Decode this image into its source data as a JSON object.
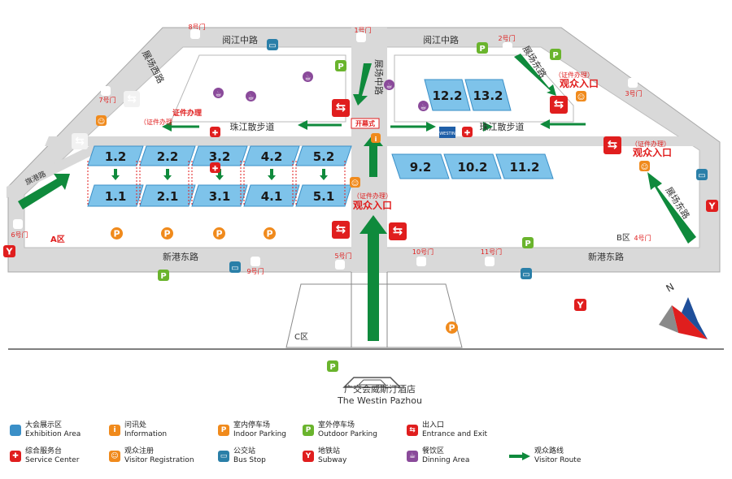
{
  "colors": {
    "hall": "#7ec3ea",
    "hall_border": "#3a8fc7",
    "route": "#0f8a3c",
    "red": "#e01e1e",
    "orange": "#f08a1c",
    "green": "#6ab42d",
    "purple": "#8a4a9a",
    "bus": "#2a7fa8",
    "road": "#d9d9d9",
    "road_line": "#9a9a9a"
  },
  "roads": {
    "north_west": "阅江中路",
    "north_east": "阅江中路",
    "west": "展场西路",
    "middle": "展场中路",
    "east": "展场东路",
    "east_south": "展场东路",
    "south_west": "新港东路",
    "south_east": "新港东路",
    "promenade_west": "珠江散步道",
    "promenade_east": "珠江散步道",
    "lane_left": "旗港路"
  },
  "halls": {
    "area_a_front": [
      "1.2",
      "2.2",
      "3.2",
      "4.2",
      "5.2"
    ],
    "area_a_back": [
      "1.1",
      "2.1",
      "3.1",
      "4.1",
      "5.1"
    ],
    "area_b_north": [
      "12.2",
      "13.2"
    ],
    "area_b_south": [
      "9.2",
      "10.2",
      "11.2"
    ]
  },
  "areas": {
    "a": "A区",
    "b": "B区",
    "c": "C区"
  },
  "gates": {
    "g1": "1号门",
    "g2": "2号门",
    "g3": "3号门",
    "g4": "4号门",
    "g5": "5号门",
    "g6": "6号门",
    "g7": "7号门",
    "g8": "8号门",
    "g9": "9号门",
    "g10": "10号门",
    "g11": "11号门"
  },
  "labels": {
    "opening": "开幕式",
    "cert_west": "（证件办理",
    "cert_west2": "证件办理",
    "cert_mid": "（证件办理）",
    "visitor_mid": "观众入口",
    "cert_ne": "（证件办理）",
    "visitor_ne": "观众入口",
    "cert_e": "（证件办理）",
    "visitor_e": "观众入口",
    "hotel_cn": "广交会威斯汀酒店",
    "hotel_en": "The Westin Pazhou",
    "north": "N",
    "westin_badge": "WESTIN"
  },
  "legend": [
    {
      "icon": "exhibition-area-icon",
      "cn": "大会展示区",
      "en": "Exhibition Area",
      "color": "#3a8fc7",
      "glyph": ""
    },
    {
      "icon": "information-icon",
      "cn": "问讯处",
      "en": "Information",
      "color": "#f08a1c",
      "glyph": "i"
    },
    {
      "icon": "indoor-parking-icon",
      "cn": "室内停车场",
      "en": "Indoor Parking",
      "color": "#f08a1c",
      "glyph": "P"
    },
    {
      "icon": "outdoor-parking-icon",
      "cn": "室外停车场",
      "en": "Outdoor Parking",
      "color": "#6ab42d",
      "glyph": "P"
    },
    {
      "icon": "entrance-exit-icon",
      "cn": "出入口",
      "en": "Entrance and Exit",
      "color": "#e01e1e",
      "glyph": "⇆"
    },
    {
      "icon": "service-center-icon",
      "cn": "综合服务台",
      "en": "Service Center",
      "color": "#e01e1e",
      "glyph": "✚"
    },
    {
      "icon": "visitor-registration-icon",
      "cn": "观众注册",
      "en": "Visitor Registration",
      "color": "#f08a1c",
      "glyph": "☺"
    },
    {
      "icon": "bus-stop-icon",
      "cn": "公交站",
      "en": "Bus Stop",
      "color": "#2a7fa8",
      "glyph": "▭"
    },
    {
      "icon": "subway-icon",
      "cn": "地铁站",
      "en": "Subway",
      "color": "#e01e1e",
      "glyph": "Y"
    },
    {
      "icon": "dining-area-icon",
      "cn": "餐饮区",
      "en": "Dinning Area",
      "color": "#8a4a9a",
      "glyph": "☕"
    },
    {
      "icon": "visitor-route-icon",
      "cn": "观众路线",
      "en": "Visitor Route",
      "color": "#0f8a3c",
      "glyph": ""
    }
  ]
}
